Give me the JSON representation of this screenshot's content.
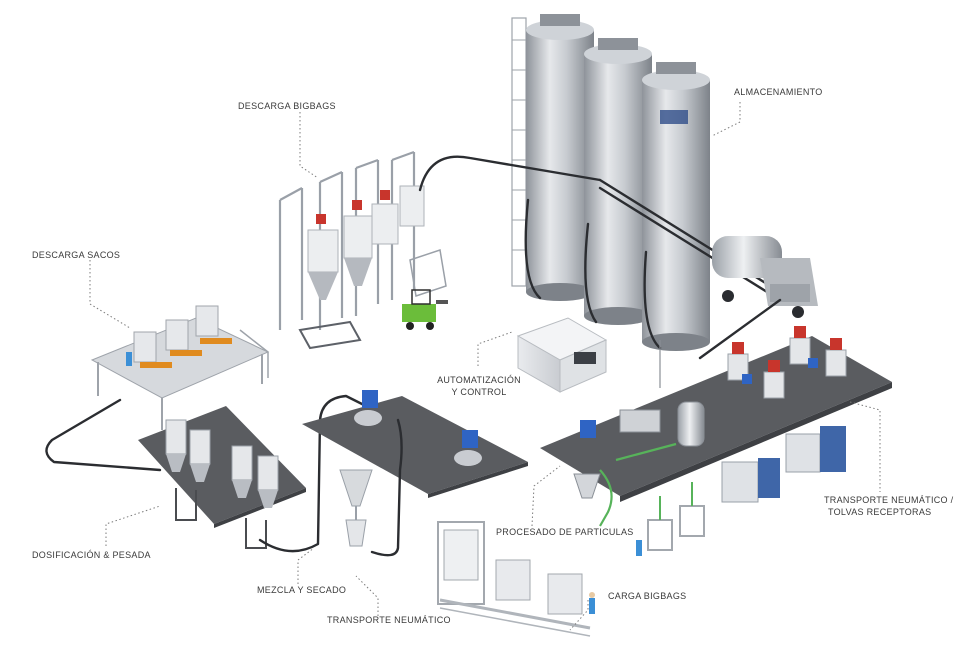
{
  "labels": {
    "almacenamiento": "ALMACENAMIENTO",
    "descarga_bigbags": "DESCARGA BIGBAGS",
    "descarga_sacos": "DESCARGA SACOS",
    "automatizacion_line1": "AUTOMATIZACIÓN",
    "automatizacion_line2": "Y CONTROL",
    "transporte_tolvas_line1": "TRANSPORTE NEUMÁTICO /",
    "transporte_tolvas_line2": "TOLVAS RECEPTORAS",
    "procesado_particulas": "PROCESADO DE PARTICULAS",
    "dosificacion_pesada": "DOSIFICACIÓN & PESADA",
    "mezcla_secado": "MEZCLA Y SECADO",
    "transporte_neumatico": "TRANSPORTE NEUMÁTICO",
    "carga_bigbags": "CARGA BIGBAGS"
  },
  "colors": {
    "platform": "#5a5c60",
    "pipe": "#2b2d31",
    "steel": "#c9ccd1",
    "hopper_blue": "#2f64c4",
    "valve_red": "#c8352c",
    "forklift_green": "#6bbd3a",
    "label_text": "#3a3a3a"
  }
}
